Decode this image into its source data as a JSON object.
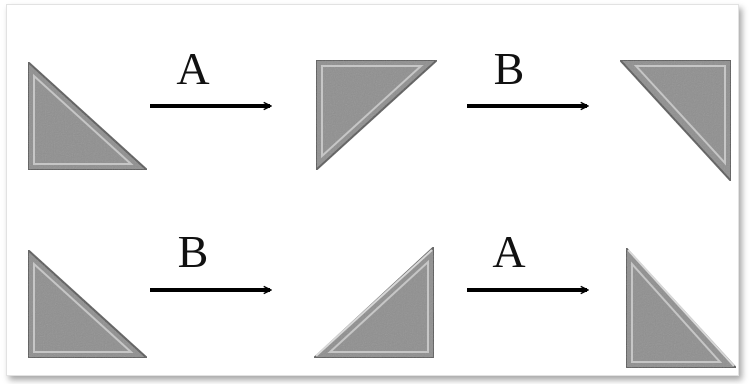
{
  "rows": [
    {
      "steps": [
        {
          "op": "A"
        },
        {
          "op": "B"
        }
      ]
    },
    {
      "steps": [
        {
          "op": "B"
        },
        {
          "op": "A"
        }
      ]
    }
  ],
  "colors": {
    "tile_fill": "#8f8f8f",
    "tile_inner": "#9a9a9a",
    "tile_edge_light": "#cfcfcf",
    "tile_edge_dark": "#5a5a5a",
    "arrow": "#000000",
    "background": "#ffffff"
  }
}
